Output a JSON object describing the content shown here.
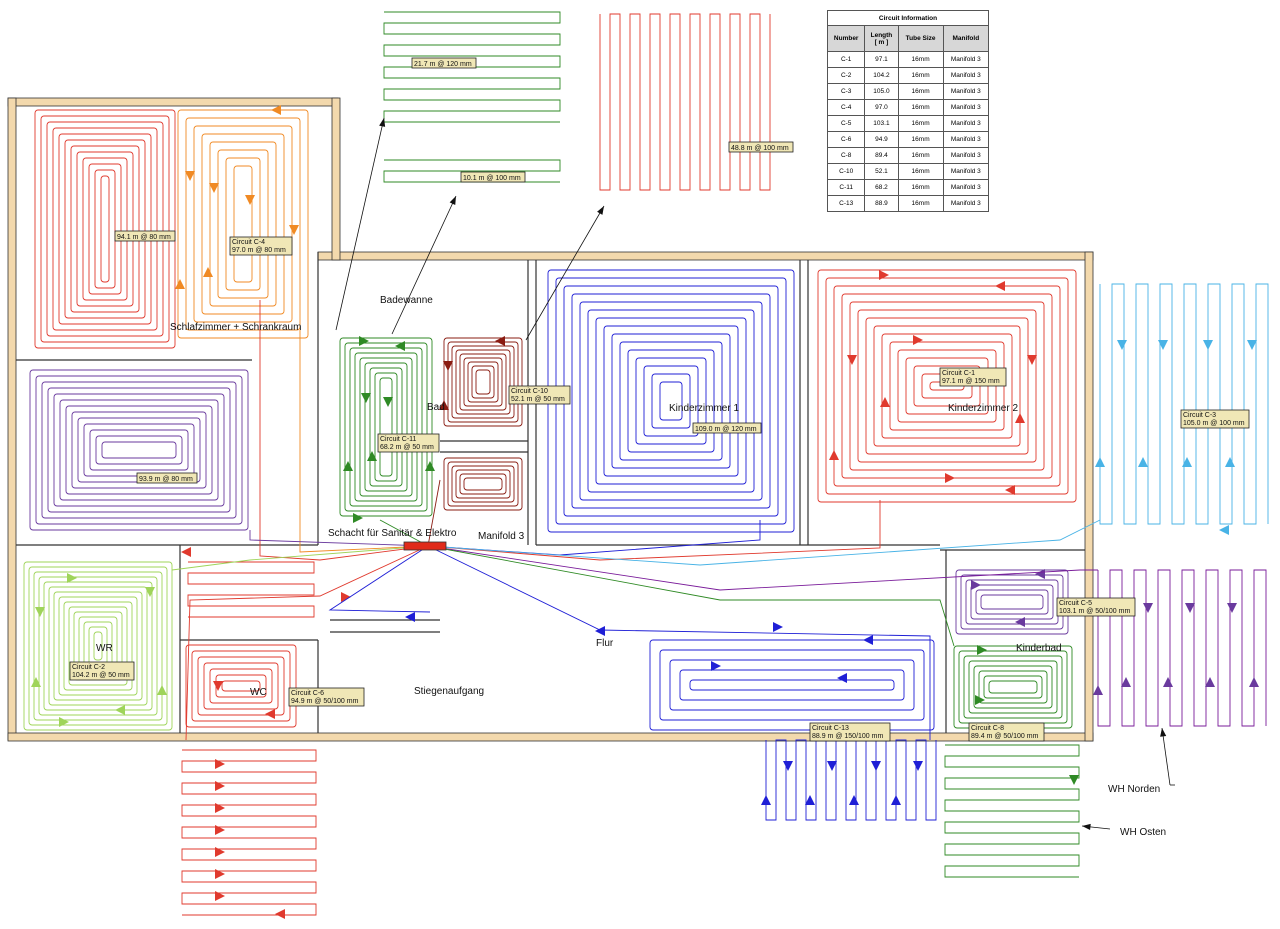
{
  "table": {
    "title": "Circuit Information",
    "headers": [
      "Number",
      "Length\n[ m ]",
      "Tube Size",
      "Manifold"
    ],
    "rows": [
      [
        "C-1",
        "97.1",
        "16mm",
        "Manifold 3"
      ],
      [
        "C-2",
        "104.2",
        "16mm",
        "Manifold 3"
      ],
      [
        "C-3",
        "105.0",
        "16mm",
        "Manifold 3"
      ],
      [
        "C-4",
        "97.0",
        "16mm",
        "Manifold 3"
      ],
      [
        "C-5",
        "103.1",
        "16mm",
        "Manifold 3"
      ],
      [
        "C-6",
        "94.9",
        "16mm",
        "Manifold 3"
      ],
      [
        "C-8",
        "89.4",
        "16mm",
        "Manifold 3"
      ],
      [
        "C-10",
        "52.1",
        "16mm",
        "Manifold 3"
      ],
      [
        "C-11",
        "68.2",
        "16mm",
        "Manifold 3"
      ],
      [
        "C-13",
        "88.9",
        "16mm",
        "Manifold 3"
      ]
    ]
  },
  "rooms": {
    "schlafzimmer": "Schlafzimmer + Schrankraum",
    "badewanne": "Badewanne",
    "bad": "Bad",
    "kinderzimmer1": "Kinderzimmer 1",
    "kinderzimmer2": "Kinderzimmer 2",
    "schacht": "Schacht für Sanitär & Elektro",
    "manifold": "Manifold 3",
    "wr": "WR",
    "wc": "WC",
    "flur": "Flur",
    "stiegenaufgang": "Stiegenaufgang",
    "kinderbad": "Kinderbad",
    "wh_norden": "WH Norden",
    "wh_osten": "WH Osten"
  },
  "labels": {
    "c1": [
      "Circuit C-1",
      "97.1 m @ 150 mm"
    ],
    "c2": [
      "Circuit C-2",
      "104.2 m @ 50 mm"
    ],
    "c3": [
      "Circuit C-3",
      "105.0 m @ 100 mm"
    ],
    "c4": [
      "Circuit C-4",
      "97.0 m @ 80 mm"
    ],
    "c5": [
      "Circuit C-5",
      "103.1 m @ 50/100 mm"
    ],
    "c6": [
      "Circuit C-6",
      "94.9 m @ 50/100 mm"
    ],
    "c8": [
      "Circuit C-8",
      "89.4 m @ 50/100 mm"
    ],
    "c10": [
      "Circuit C-10",
      "52.1 m @ 50 mm"
    ],
    "c11": [
      "Circuit C-11",
      "68.2 m @ 50 mm"
    ],
    "c13": [
      "Circuit C-13",
      "88.9 m @ 150/100 mm"
    ],
    "s1": "21.7 m @ 120 mm",
    "s2": "10.1 m @ 100 mm",
    "s3": "48.8 m @ 100 mm",
    "s4": "94.1 m @ 80 mm",
    "s5": "93.9 m @ 80 mm",
    "s6": "109.0 m @ 120 mm"
  },
  "colors": {
    "red": "#e03a2e",
    "orange": "#f08a24",
    "green": "#2f8a25",
    "lightgreen": "#9fd45a",
    "darkred": "#8a1c12",
    "blue": "#1f1fd6",
    "purple": "#6a3a9e",
    "violet": "#7a1c9a",
    "lightblue": "#49b3e6",
    "table_header": "#d7d7d7",
    "wall": "#f3d9ad",
    "manifold": "#e02a1a"
  }
}
